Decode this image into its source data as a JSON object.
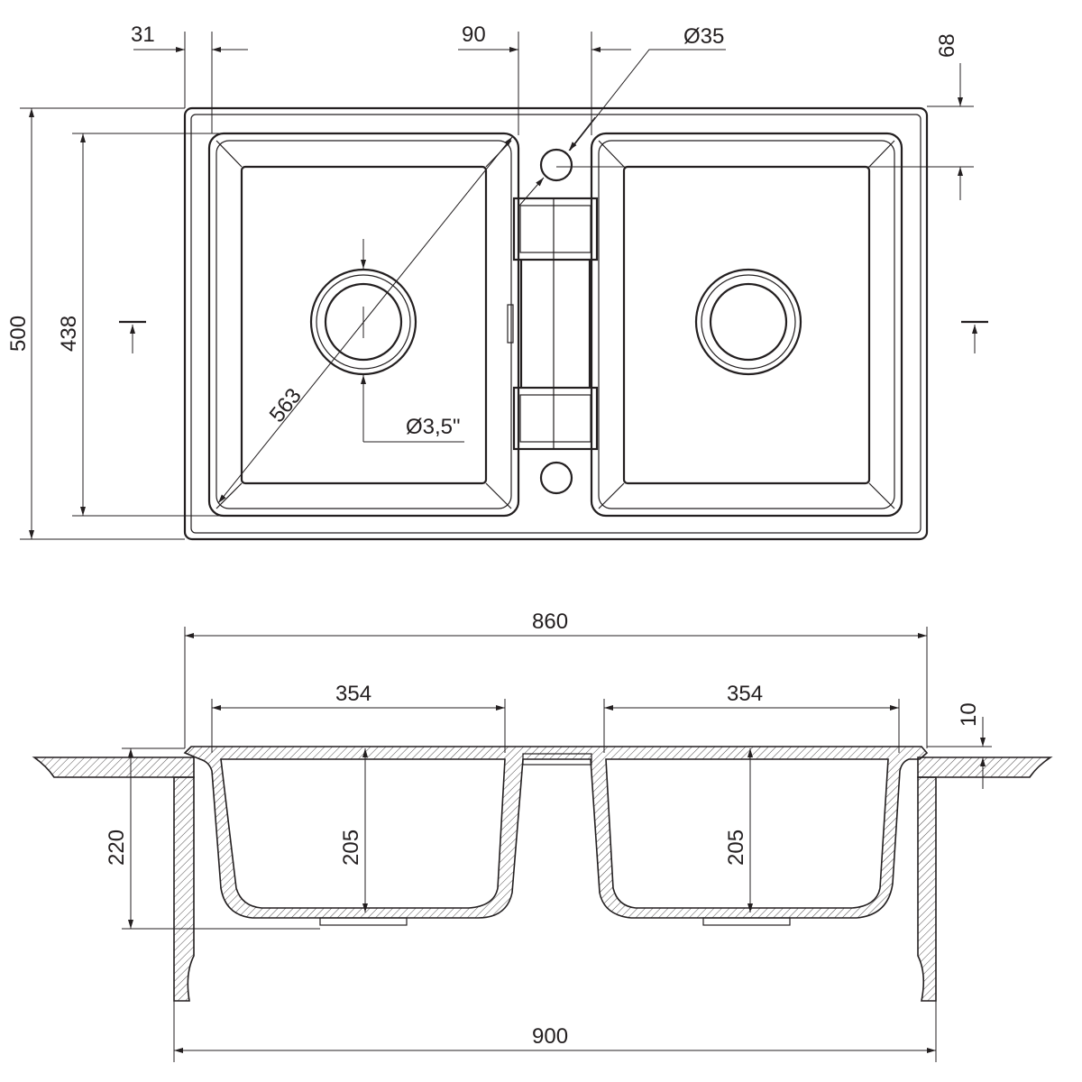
{
  "title": "Double-bowl kitchen sink technical drawing",
  "top_view": {
    "dims": {
      "edge_to_bowl": "31",
      "middle_width": "90",
      "tap_hole": "Ø35",
      "tap_hole_offset": "68",
      "total_depth": "500",
      "bowl_depth": "438",
      "bowl_diagonal": "563",
      "drain": "Ø3,5\""
    }
  },
  "section_view": {
    "dims": {
      "overall_inner": "860",
      "bowl_left_width": "354",
      "bowl_right_width": "354",
      "rim_height": "10",
      "total_height": "220",
      "bowl_left_depth": "205",
      "bowl_right_depth": "205",
      "overall_width": "900"
    }
  },
  "colors": {
    "line": "#231f20",
    "background": "#ffffff"
  }
}
